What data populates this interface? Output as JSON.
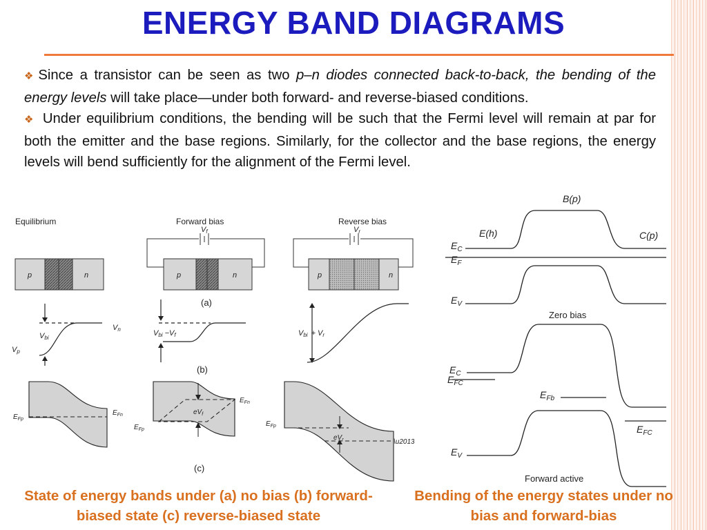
{
  "title": "ENERGY BAND DIAGRAMS",
  "bullets": [
    {
      "seg1": "Since a transistor can be seen as two ",
      "ital": "p–n diodes connected back-to-back, the bending of the energy levels",
      "seg2": " will take place—under both forward- and reverse-biased conditions."
    },
    {
      "seg1": " Under equilibrium conditions, the bending will be such that the Fermi level will remain at par for both the emitter and the base regions. Similarly, for the collector and the base regions, the energy levels will bend sufficiently for the alignment of the Fermi level."
    }
  ],
  "left_figure": {
    "panel_titles": [
      "Equilibrium",
      "Forward bias",
      "Reverse bias"
    ],
    "sub_labels": [
      "(a)",
      "(b)",
      "(c)"
    ],
    "region_p": "p",
    "region_n": "n",
    "battery_vf": "V",
    "battery_vf_sub": "f",
    "battery_vr": "V",
    "battery_vr_sub": "r",
    "vbi": "V",
    "vbi_sub": "bi",
    "vbi_minus_vf": "−V",
    "vbi_plus_vr": "+ V",
    "vn": "V",
    "vn_sub": "n",
    "vp": "V",
    "vp_sub": "p",
    "efp": "E",
    "efp_sub": "Fp",
    "efn": "E",
    "efn_sub": "Fn",
    "evf": "eV",
    "evf_sub": "f",
    "evr": "eV",
    "evr_sub": "r"
  },
  "right_figure": {
    "bp_label": "B(p)",
    "eh_label": "E(h)",
    "cp_label": "C(p)",
    "ec": "E",
    "ec_sub": "C",
    "ef": "E",
    "ef_sub": "F",
    "ev": "E",
    "ev_sub": "V",
    "zero_bias": "Zero bias",
    "efc_sub": "FC",
    "efb_sub": "Fb",
    "forward_active": "Forward active"
  },
  "captions": {
    "left": "State of energy bands under (a) no bias (b) forward-biased state (c) reverse-biased state",
    "right": "Bending of the energy states under no bias and forward-bias"
  }
}
